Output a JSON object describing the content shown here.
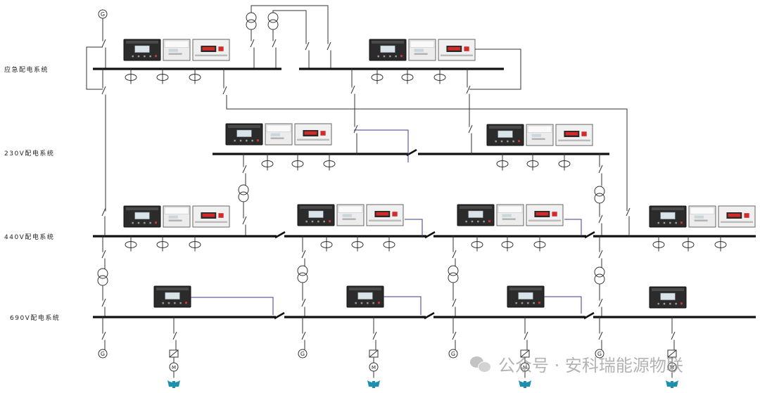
{
  "levels": [
    {
      "label": "应急配电系统"
    },
    {
      "label": "230V配电系统"
    },
    {
      "label": "440V配电系统"
    },
    {
      "label": "690V配电系统"
    }
  ],
  "symbols": {
    "generator": "G",
    "motor": "M"
  },
  "watermark": {
    "text": "公众号 · 安科瑞能源物联"
  },
  "colors": {
    "line": "#333333",
    "busbar": "#111111",
    "tie_link": "#3a3a8c",
    "device_dark": "#2b2b2b",
    "device_light": "#ececec",
    "fan": "#1f8fb0"
  },
  "icons": [
    "generator-icon",
    "transformer-icon",
    "current-transformer-icon",
    "motor-icon",
    "fan-icon",
    "wechat-icon"
  ]
}
